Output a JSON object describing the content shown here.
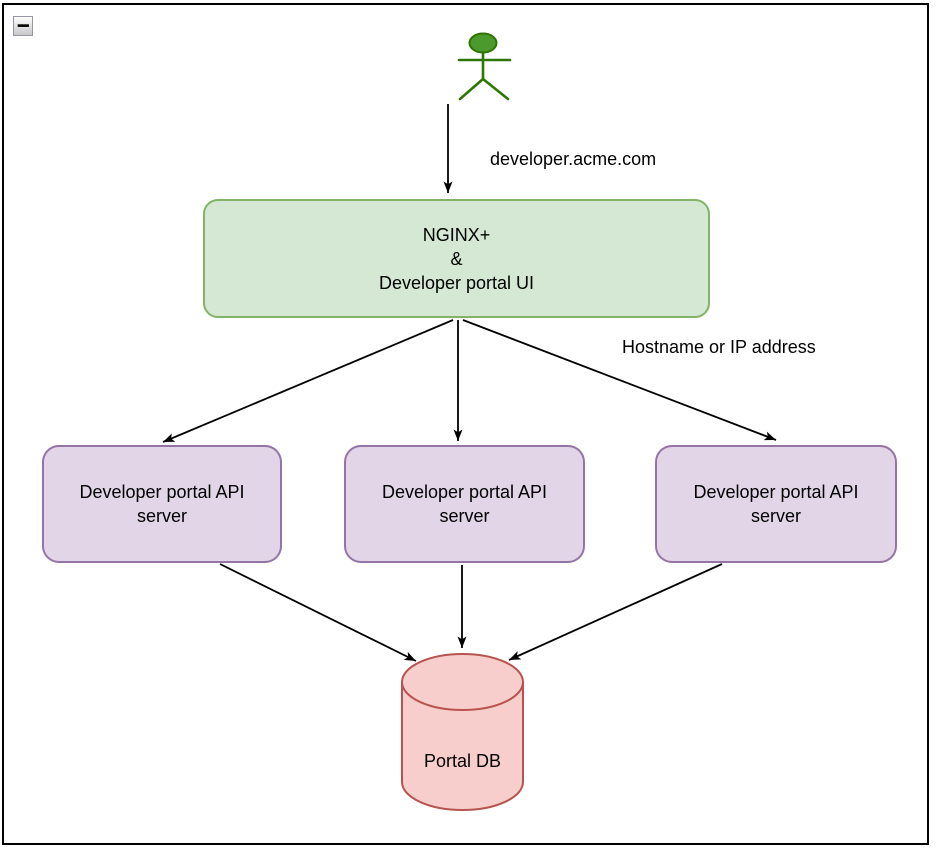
{
  "window": {
    "collapse_button": "−"
  },
  "diagram": {
    "nginx_box": {
      "line1": "NGINX+",
      "line2": "&",
      "line3": "Developer portal UI"
    },
    "api_server_boxes": [
      {
        "label": "Developer portal API server"
      },
      {
        "label": "Developer portal API server"
      },
      {
        "label": "Developer portal API server"
      }
    ],
    "database": {
      "label": "Portal DB"
    },
    "edge_labels": {
      "user_to_nginx": "developer.acme.com",
      "nginx_to_servers": "Hostname or IP address"
    },
    "icons": {
      "actor": "stickman-user-icon",
      "database": "cylinder-database-icon",
      "collapse": "minus-collapse-icon"
    },
    "colors": {
      "nginx_fill": "#d5e8d4",
      "nginx_stroke": "#82b366",
      "server_fill": "#e1d5e7",
      "server_stroke": "#9673a6",
      "db_fill": "#f8cecc",
      "db_stroke": "#b85450",
      "actor_fill": "#4c9a2e",
      "actor_stroke": "#2d7600",
      "edge_color": "#000000"
    }
  }
}
